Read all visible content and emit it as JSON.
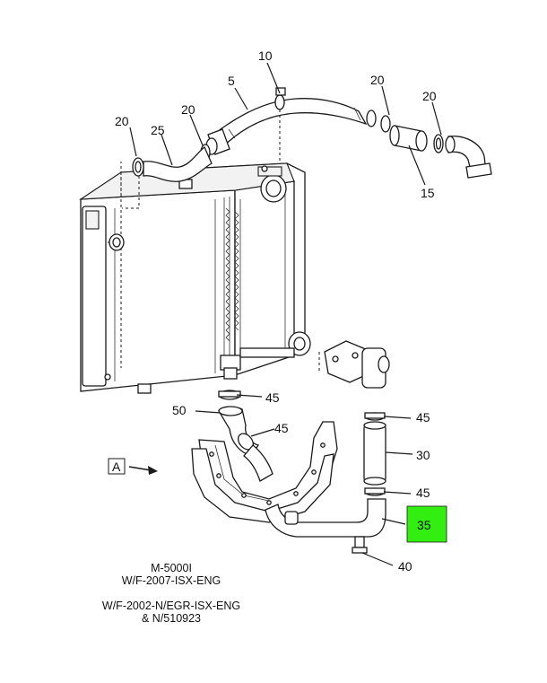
{
  "callouts": {
    "c10": "10",
    "c5": "5",
    "c20_a": "20",
    "c20_b": "20",
    "c20_c": "20",
    "c20_d": "20",
    "c25": "25",
    "c15": "15",
    "c45_a": "45",
    "c45_b": "45",
    "c45_c": "45",
    "c45_d": "45",
    "c50": "50",
    "c30": "30",
    "c35": "35",
    "c40": "40"
  },
  "view_marker": "A",
  "caption": {
    "line1": "M-5000I",
    "line2": "W/F-2007-ISX-ENG",
    "line3": "W/F-2002-N/EGR-ISX-ENG",
    "line4": "& N/510923"
  },
  "colors": {
    "highlight": "#33ee11",
    "ink": "#1a1a1a"
  }
}
